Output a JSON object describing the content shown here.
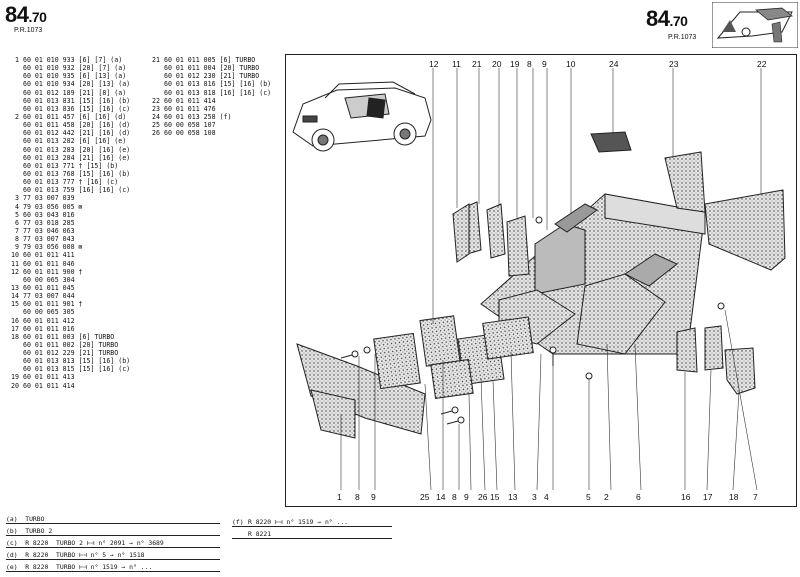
{
  "header": {
    "left_code": "84",
    "left_sub": ".70",
    "left_ref": "P.R.1073",
    "right_code": "84",
    "right_sub": ".70",
    "right_ref": "P.R.1073"
  },
  "parts_col1": [
    {
      "ref": "1",
      "part": "60 01 010 933",
      "note": "[6] [7] (a)"
    },
    {
      "ref": "",
      "part": "60 01 010 932",
      "note": "[20] [7] (a)"
    },
    {
      "ref": "",
      "part": "60 01 010 935",
      "note": "[6] [13] (a)"
    },
    {
      "ref": "",
      "part": "60 01 010 934",
      "note": "[20] [13] (a)"
    },
    {
      "ref": "",
      "part": "60 01 012 189",
      "note": "[21] [8] (a)"
    },
    {
      "ref": "",
      "part": "60 01 013 831",
      "note": "[15] [16] (b)"
    },
    {
      "ref": "",
      "part": "60 01 013 836",
      "note": "[15] [16] (c)"
    },
    {
      "ref": "2",
      "part": "60 01 011 457",
      "note": "[6] [16] (d)"
    },
    {
      "ref": "",
      "part": "60 01 011 458",
      "note": "[20] [16] (d)"
    },
    {
      "ref": "",
      "part": "60 01 012 442",
      "note": "[21] [16] (d)"
    },
    {
      "ref": "",
      "part": "60 01 013 282",
      "note": "[6] [16] (e)"
    },
    {
      "ref": "",
      "part": "60 01 013 283",
      "note": "[20] [16] (e)"
    },
    {
      "ref": "",
      "part": "60 01 013 284",
      "note": "[21] [16] (e)"
    },
    {
      "ref": "",
      "part": "60 01 013 771",
      "note": "† [15] (b)"
    },
    {
      "ref": "",
      "part": "60 01 013 768",
      "note": "[15] [16] (b)"
    },
    {
      "ref": "",
      "part": "60 01 013 777",
      "note": "† [16] (c)"
    },
    {
      "ref": "",
      "part": "60 01 013 759",
      "note": "[16] [16] (c)"
    },
    {
      "ref": "3",
      "part": "77 03 007 039",
      "note": ""
    },
    {
      "ref": "4",
      "part": "79 03 056 005",
      "note": "⊠"
    },
    {
      "ref": "5",
      "part": "60 03 043 016",
      "note": ""
    },
    {
      "ref": "6",
      "part": "77 03 018 285",
      "note": ""
    },
    {
      "ref": "7",
      "part": "77 03 046 063",
      "note": ""
    },
    {
      "ref": "8",
      "part": "77 03 007 043",
      "note": ""
    },
    {
      "ref": "9",
      "part": "79 03 056 008",
      "note": "⊠"
    },
    {
      "ref": "10",
      "part": "60 01 011 411",
      "note": ""
    },
    {
      "ref": "11",
      "part": "60 01 011 046",
      "note": ""
    },
    {
      "ref": "12",
      "part": "60 01 011 900",
      "note": "†"
    },
    {
      "ref": "",
      "part": "60 00 065 304",
      "note": ""
    },
    {
      "ref": "13",
      "part": "60 01 011 045",
      "note": ""
    },
    {
      "ref": "14",
      "part": "77 03 007 044",
      "note": ""
    },
    {
      "ref": "15",
      "part": "60 01 011 901",
      "note": "†"
    },
    {
      "ref": "",
      "part": "60 00 065 305",
      "note": ""
    },
    {
      "ref": "16",
      "part": "60 01 011 412",
      "note": ""
    },
    {
      "ref": "17",
      "part": "60 01 011 016",
      "note": ""
    },
    {
      "ref": "18",
      "part": "60 01 011 003",
      "note": "[6] TURBO"
    },
    {
      "ref": "",
      "part": "60 01 011 002",
      "note": "[20] TURBO"
    },
    {
      "ref": "",
      "part": "60 01 012 229",
      "note": "[21] TURBO"
    },
    {
      "ref": "",
      "part": "60 01 013 813",
      "note": "[15] [16] (b)"
    },
    {
      "ref": "",
      "part": "60 01 013 815",
      "note": "[15] [16] (c)"
    },
    {
      "ref": "19",
      "part": "60 01 011 413",
      "note": ""
    },
    {
      "ref": "20",
      "part": "60 01 011 414",
      "note": ""
    }
  ],
  "parts_col2": [
    {
      "ref": "21",
      "part": "60 01 011 005",
      "note": "[6] TURBO"
    },
    {
      "ref": "",
      "part": "60 01 011 004",
      "note": "[20] TURBO"
    },
    {
      "ref": "",
      "part": "60 01 012 230",
      "note": "[21] TURBO"
    },
    {
      "ref": "",
      "part": "60 01 013 816",
      "note": "[15] [16] (b)"
    },
    {
      "ref": "",
      "part": "60 01 013 818",
      "note": "[16] [16] (c)"
    },
    {
      "ref": "22",
      "part": "60 01 011 414",
      "note": ""
    },
    {
      "ref": "23",
      "part": "60 01 011 476",
      "note": ""
    },
    {
      "ref": "24",
      "part": "60 01 013 258",
      "note": "(f)"
    },
    {
      "ref": "25",
      "part": "60 00 058 107",
      "note": ""
    },
    {
      "ref": "26",
      "part": "60 00 058 108",
      "note": ""
    }
  ],
  "callouts_top": [
    "12",
    "11",
    "21",
    "20",
    "19",
    "8",
    "9",
    "10",
    "24",
    "23",
    "22"
  ],
  "callouts_bottom": [
    "1",
    "8",
    "9",
    "25",
    "14",
    "8",
    "9",
    "26",
    "15",
    "13",
    "3",
    "4",
    "5",
    "2",
    "6",
    "16",
    "17",
    "18",
    "7"
  ],
  "footnotes_left": [
    {
      "key": "(a)",
      "text": "TURBO"
    },
    {
      "key": "(b)",
      "text": "TURBO 2"
    },
    {
      "key": "(c)",
      "text": "R 8220  TURBO 2 ⊢⊣ n° 2091 → n° 3689"
    },
    {
      "key": "(d)",
      "text": "R 8220  TURBO ⊢⊣ n° 5 → n° 1518"
    },
    {
      "key": "(e)",
      "text": "R 8220  TURBO ⊢⊣ n° 1519 → n° ..."
    }
  ],
  "footnotes_right": [
    {
      "key": "(f)",
      "text": "R 8220 ⊢⊣ n° 1519 → n° ..."
    },
    {
      "key": "",
      "text": "R 8221"
    }
  ]
}
